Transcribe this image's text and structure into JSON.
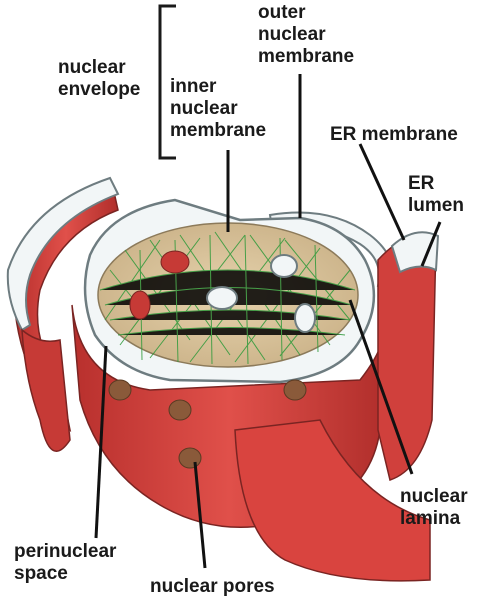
{
  "labels": {
    "nuclear_envelope": [
      "nuclear",
      "envelope"
    ],
    "inner_nuclear_membrane": [
      "inner",
      "nuclear",
      "membrane"
    ],
    "outer_nuclear_membrane": [
      "outer",
      "nuclear",
      "membrane"
    ],
    "er_membrane": [
      "ER membrane"
    ],
    "er_lumen": [
      "ER",
      "lumen"
    ],
    "nuclear_lamina": [
      "nuclear",
      "lamina"
    ],
    "perinuclear_space": [
      "perinuclear",
      "space"
    ],
    "nuclear_pores": [
      "nuclear pores"
    ]
  },
  "colors": {
    "membrane_red": "#d9443f",
    "membrane_dark": "#a82a28",
    "lumen_white": "#f2f6f7",
    "outline_gray": "#6e7c80",
    "nucleoplasm": "#d8c39c",
    "lamina_green": "#2e9a3a",
    "pore": "#8a5a3a"
  }
}
